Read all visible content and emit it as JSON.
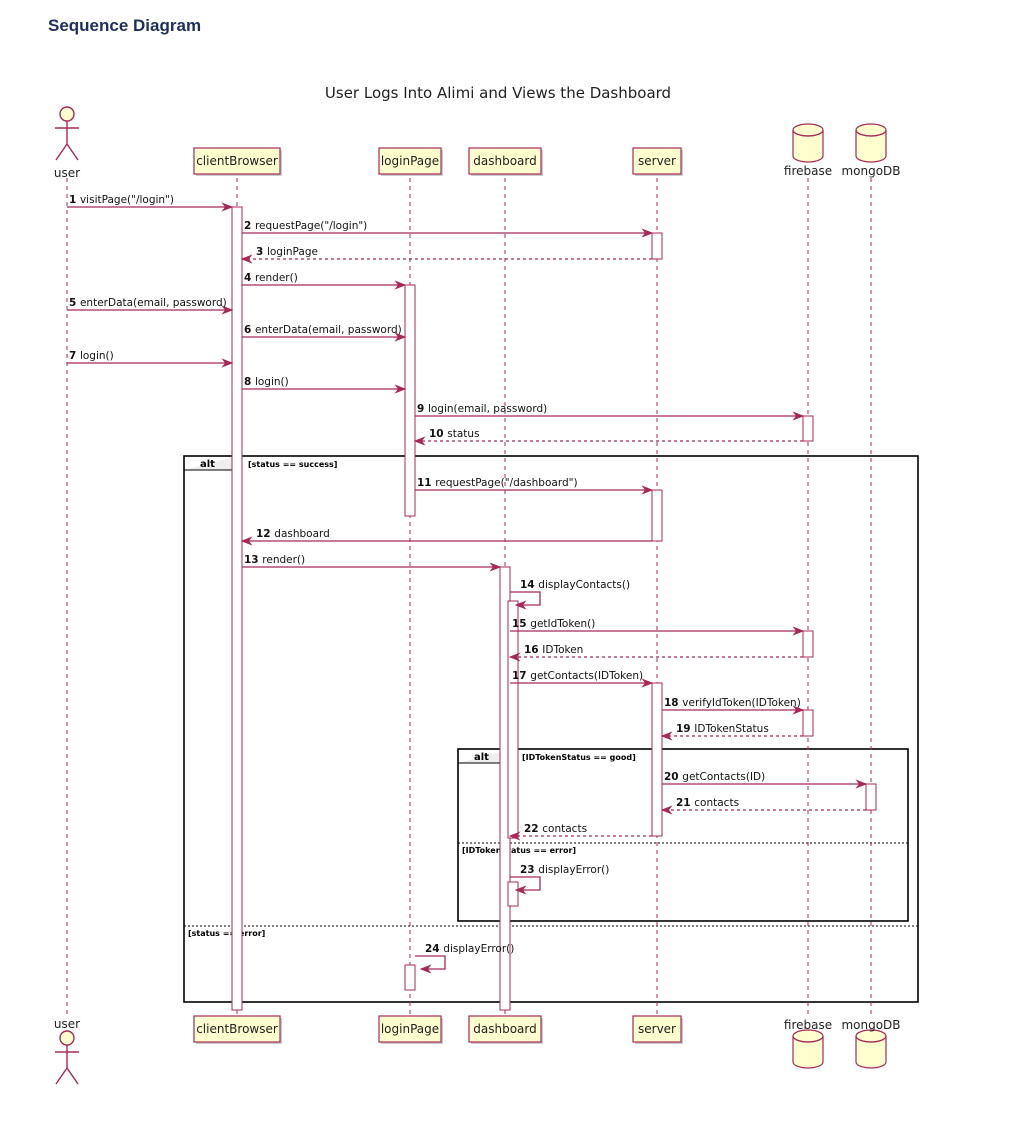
{
  "page": {
    "heading": "Sequence Diagram"
  },
  "diagram": {
    "title": "User Logs Into Alimi and Views the Dashboard",
    "participants": [
      {
        "id": "user",
        "label": "user",
        "kind": "actor"
      },
      {
        "id": "clientBrowser",
        "label": "clientBrowser",
        "kind": "box"
      },
      {
        "id": "loginPage",
        "label": "loginPage",
        "kind": "box"
      },
      {
        "id": "dashboard",
        "label": "dashboard",
        "kind": "box"
      },
      {
        "id": "server",
        "label": "server",
        "kind": "box"
      },
      {
        "id": "firebase",
        "label": "firebase",
        "kind": "database"
      },
      {
        "id": "mongoDB",
        "label": "mongoDB",
        "kind": "database"
      }
    ],
    "messages": [
      {
        "num": "1",
        "text": "visitPage(\"/login\")",
        "from": "user",
        "to": "clientBrowser",
        "style": "solid"
      },
      {
        "num": "2",
        "text": "requestPage(\"/login\")",
        "from": "clientBrowser",
        "to": "server",
        "style": "solid"
      },
      {
        "num": "3",
        "text": "loginPage",
        "from": "server",
        "to": "clientBrowser",
        "style": "dashed"
      },
      {
        "num": "4",
        "text": "render()",
        "from": "clientBrowser",
        "to": "loginPage",
        "style": "solid"
      },
      {
        "num": "5",
        "text": "enterData(email, password)",
        "from": "user",
        "to": "clientBrowser",
        "style": "solid"
      },
      {
        "num": "6",
        "text": "enterData(email, password)",
        "from": "clientBrowser",
        "to": "loginPage",
        "style": "solid"
      },
      {
        "num": "7",
        "text": "login()",
        "from": "user",
        "to": "clientBrowser",
        "style": "solid"
      },
      {
        "num": "8",
        "text": "login()",
        "from": "clientBrowser",
        "to": "loginPage",
        "style": "solid"
      },
      {
        "num": "9",
        "text": "login(email, password)",
        "from": "loginPage",
        "to": "firebase",
        "style": "solid"
      },
      {
        "num": "10",
        "text": "status",
        "from": "firebase",
        "to": "loginPage",
        "style": "dashed"
      },
      {
        "num": "11",
        "text": "requestPage(\"/dashboard\")",
        "from": "loginPage",
        "to": "server",
        "style": "solid"
      },
      {
        "num": "12",
        "text": "dashboard",
        "from": "server",
        "to": "clientBrowser",
        "style": "solid"
      },
      {
        "num": "13",
        "text": "render()",
        "from": "clientBrowser",
        "to": "dashboard",
        "style": "solid"
      },
      {
        "num": "14",
        "text": "displayContacts()",
        "from": "dashboard",
        "to": "dashboard",
        "style": "self"
      },
      {
        "num": "15",
        "text": "getIdToken()",
        "from": "dashboard",
        "to": "firebase",
        "style": "solid"
      },
      {
        "num": "16",
        "text": "IDToken",
        "from": "firebase",
        "to": "dashboard",
        "style": "dashed"
      },
      {
        "num": "17",
        "text": "getContacts(IDToken)",
        "from": "dashboard",
        "to": "server",
        "style": "solid"
      },
      {
        "num": "18",
        "text": "verifyIdToken(IDToken)",
        "from": "server",
        "to": "firebase",
        "style": "solid"
      },
      {
        "num": "19",
        "text": "IDTokenStatus",
        "from": "firebase",
        "to": "server",
        "style": "dashed"
      },
      {
        "num": "20",
        "text": "getContacts(ID)",
        "from": "server",
        "to": "mongoDB",
        "style": "solid"
      },
      {
        "num": "21",
        "text": "contacts",
        "from": "mongoDB",
        "to": "server",
        "style": "dashed"
      },
      {
        "num": "22",
        "text": "contacts",
        "from": "server",
        "to": "dashboard",
        "style": "dashed"
      },
      {
        "num": "23",
        "text": "displayError()",
        "from": "dashboard",
        "to": "dashboard",
        "style": "self"
      },
      {
        "num": "24",
        "text": "displayError()",
        "from": "loginPage",
        "to": "loginPage",
        "style": "self"
      }
    ],
    "fragments": [
      {
        "operator": "alt",
        "guard": "[status == success]",
        "else_guard": "[status == error]"
      },
      {
        "operator": "alt",
        "guard": "[IDTokenStatus == good]",
        "else_guard": "[IDTokenStatus == error]"
      }
    ],
    "colors": {
      "arrow": "#a8285a",
      "participant_fill": "#fefece",
      "participant_border": "#a8285a",
      "frame": "#000000",
      "heading": "#1e2f5c"
    }
  }
}
